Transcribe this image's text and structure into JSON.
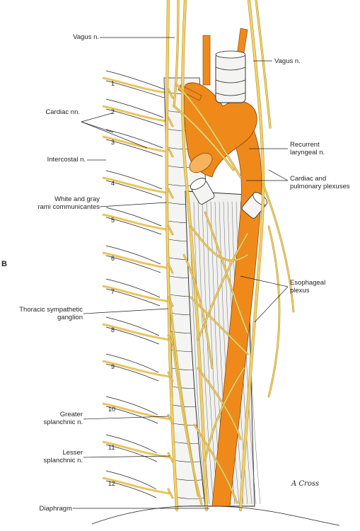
{
  "panel_letter": "B",
  "labels": {
    "vagus_left": "Vagus n.",
    "vagus_right": "Vagus n.",
    "cardiac_nn": "Cardiac nn.",
    "intercostal": "Intercostal n.",
    "rami_1": "White and gray",
    "rami_2": "rami communicantes",
    "thoracic_1": "Thoracic sympathetic",
    "thoracic_2": "ganglion",
    "greater_1": "Greater",
    "greater_2": "splanchnic n.",
    "lesser_1": "Lesser",
    "lesser_2": "splanchnic n.",
    "diaphragm": "Diaphragm",
    "recurrent_1": "Recurrent",
    "recurrent_2": "laryngeal n.",
    "cardpulm_1": "Cardiac and",
    "cardpulm_2": "pulmonary plexuses",
    "esoph_1": "Esophageal",
    "esoph_2": "plexus"
  },
  "rib_numbers": [
    "1",
    "2",
    "3",
    "4",
    "5",
    "6",
    "7",
    "8",
    "9",
    "10",
    "11",
    "12"
  ],
  "signature": "A Cross",
  "colors": {
    "nerve": "#f2d06b",
    "nerve_stroke": "#b8962e",
    "artery": "#ef8a1a",
    "artery_stroke": "#8a4a10",
    "line": "#231f20",
    "tissue": "#f4f4f2"
  }
}
